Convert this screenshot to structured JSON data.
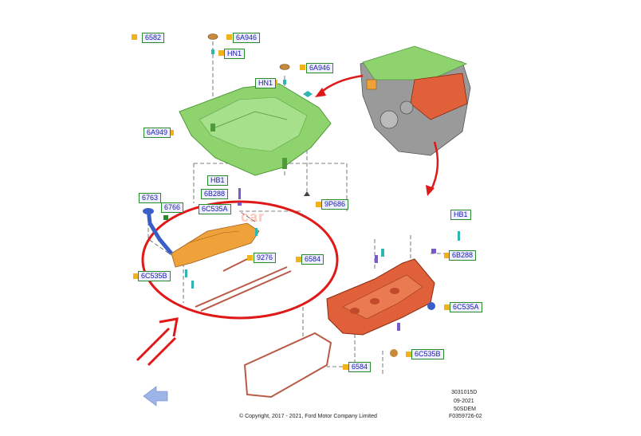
{
  "callouts": {
    "c6582": "6582",
    "c6A946_top": "6A946",
    "cHN1_top": "HN1",
    "c6A946_mid": "6A946",
    "cHN1_mid": "HN1",
    "c6A949": "6A949",
    "cHB1_left": "HB1",
    "c6B288_left": "6B288",
    "c6C535_mid": "6C535A",
    "c9P686": "9P686",
    "c6763": "6763",
    "c6766": "6766",
    "c9276": "9276",
    "c6584_mid": "6584",
    "c6C535B_left": "6C535B",
    "cHB1_right": "HB1",
    "c6B288_right": "6B288",
    "c6C535A_right": "6C535A",
    "c6C535B_right": "6C535B",
    "c6584_bottom": "6584"
  },
  "meta": {
    "code1": "3031015D",
    "date": "09-2021",
    "model": "50SDEM",
    "figure": "F0359726-02"
  },
  "copyright": "© Copyright, 2017 - 2021, Ford Motor Company Limited",
  "colors": {
    "cover": "#8fd36e",
    "cover_dark": "#4f9a3a",
    "valve_cover": "#e0603a",
    "gasket": "#b85a45",
    "baffle": "#f0a23a",
    "highlight": "#e01818",
    "callout_text": "#1a1aa8",
    "callout_border": "#2a8a2a",
    "marker": "#f2b21b"
  }
}
